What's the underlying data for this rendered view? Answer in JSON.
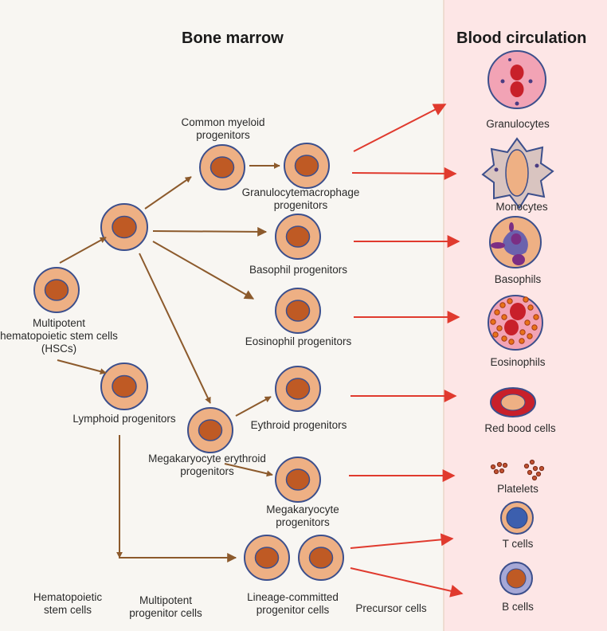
{
  "headers": {
    "bone_marrow": "Bone marrow",
    "blood_circulation": "Blood circulation"
  },
  "labels": {
    "common_myeloid": "Common myeloid\nprogenitors",
    "gm_progenitors": "Granulocytemacrophage\nprogenitors",
    "basophil_progenitors": "Basophil progenitors",
    "eosinophil_progenitors": "Eosinophil progenitors",
    "hscs": "Multipotent\nhematopoietic stem cells\n(HSCs)",
    "lymphoid": "Lymphoid progenitors",
    "erythroid": "Eythroid progenitors",
    "mep": "Megakaryocyte erythroid\nprogenitors",
    "megakaryocyte": "Megakaryocyte\nprogenitors",
    "hematopoietic_stem": "Hematopoietic\nstem cells",
    "multipotent_progenitor": "Multipotent\nprogenitor cells",
    "lineage_committed": "Lineage-committed\nprogenitor cells",
    "precursor": "Precursor cells"
  },
  "blood_cells": {
    "granulocytes": "Granulocytes",
    "monocytes": "Monocytes",
    "basophils": "Basophils",
    "eosinophils": "Eosinophils",
    "red_blood": "Red bood cells",
    "platelets": "Platelets",
    "t_cells": "T cells",
    "b_cells": "B cells"
  },
  "colors": {
    "marrow_bg": "#f8f6f2",
    "circulation_bg": "#fde6e6",
    "cell_fill": "#eeb084",
    "cell_outline": "#3c4f8c",
    "nucleus": "#bf5a24",
    "brown_arrow": "#8c5a2c",
    "red_arrow": "#e03a2e"
  }
}
